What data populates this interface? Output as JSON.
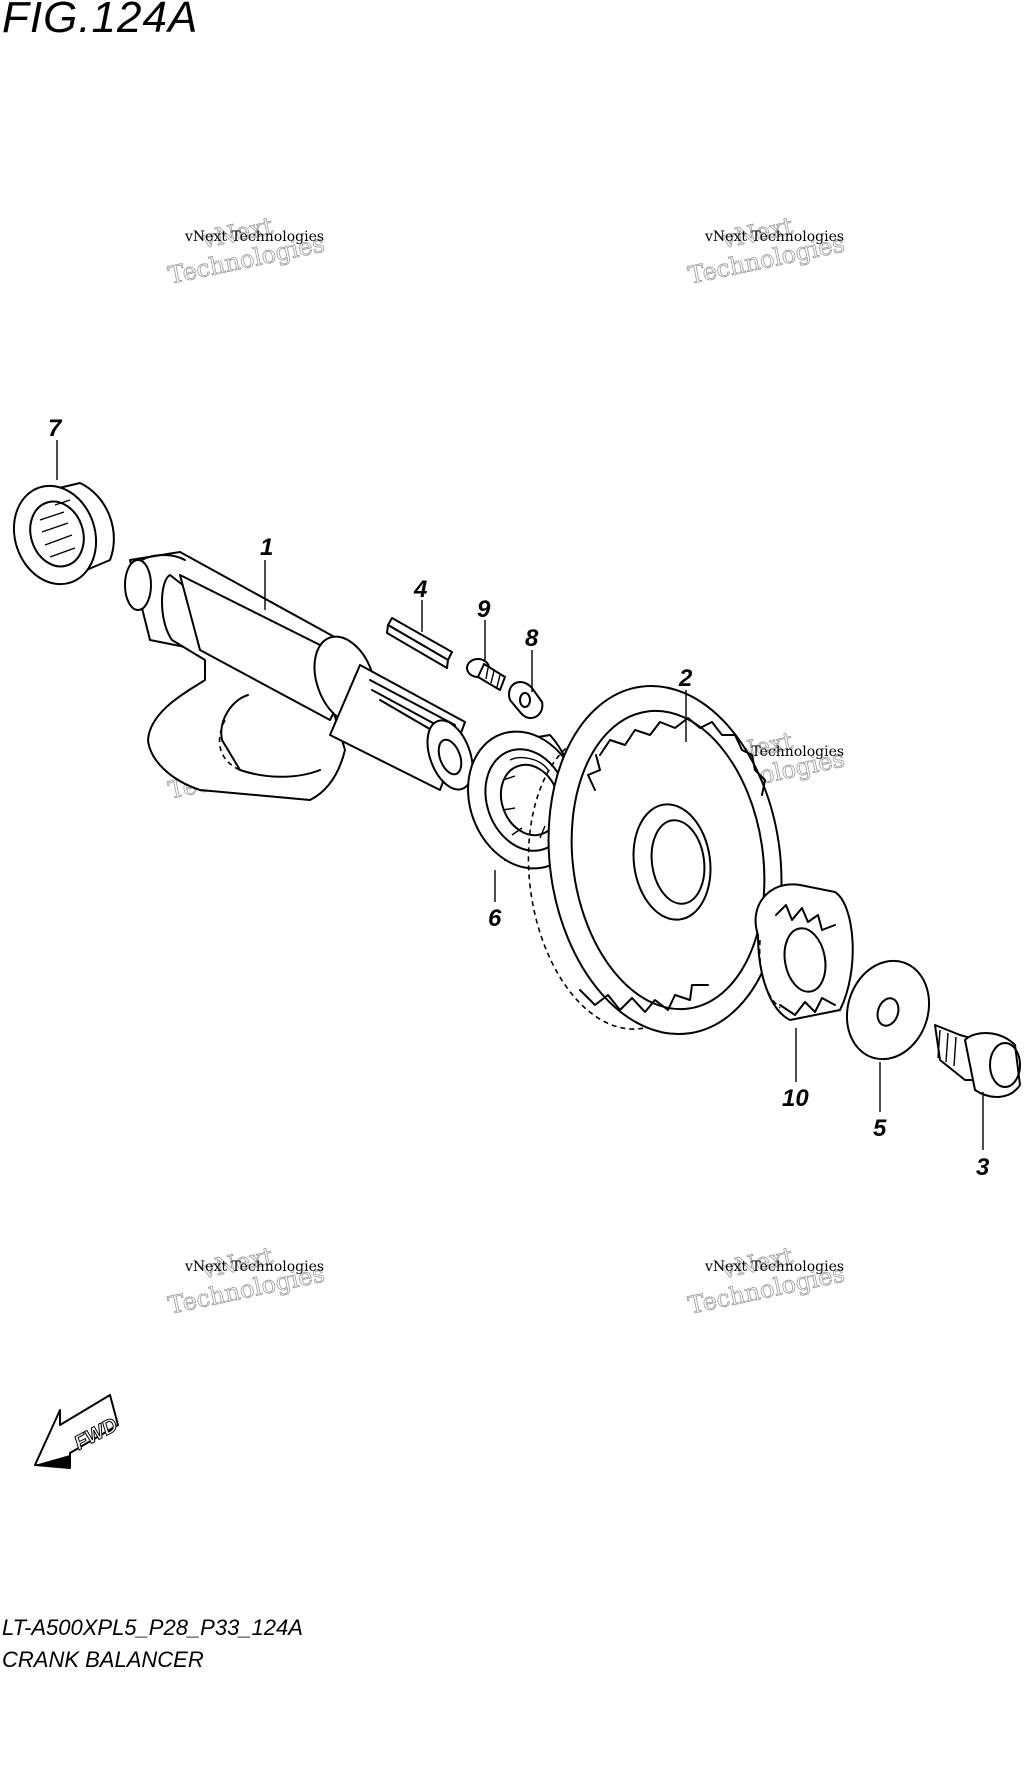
{
  "figure": {
    "title": "FIG.124A"
  },
  "footer": {
    "model_code": "LT-A500XPL5_P28_P33_124A",
    "section_name": "CRANK BALANCER"
  },
  "watermark": {
    "line1": "vNext Technologies",
    "line2": "vNext",
    "line3": "Technologies"
  },
  "direction_badge": {
    "label": "FWD"
  },
  "callouts": [
    {
      "id": "1"
    },
    {
      "id": "2"
    },
    {
      "id": "3"
    },
    {
      "id": "4"
    },
    {
      "id": "5"
    },
    {
      "id": "6"
    },
    {
      "id": "7"
    },
    {
      "id": "8"
    },
    {
      "id": "9"
    },
    {
      "id": "10"
    }
  ]
}
